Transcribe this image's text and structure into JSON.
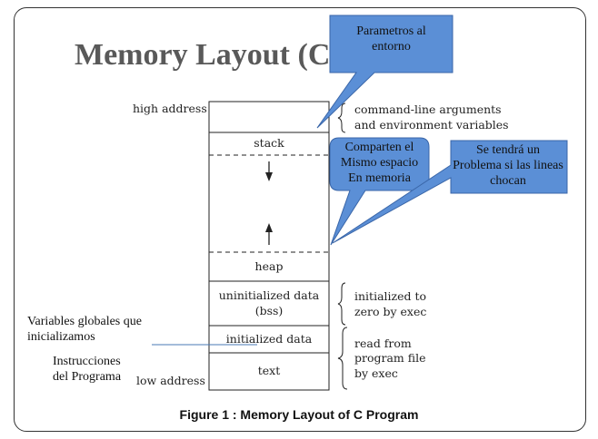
{
  "title": "Memory Layout (C",
  "caption": "Figure 1 : Memory Layout of C Program",
  "address_labels": {
    "high": "high address",
    "low": "low address"
  },
  "segments": {
    "stack": "stack",
    "heap": "heap",
    "bss": "uninitialized data\n(bss)",
    "data": "initialized data",
    "text": "text"
  },
  "side_labels": {
    "args": "command-line arguments\nand environment variables",
    "bss": "initialized to\nzero by exec",
    "read": "read from\nprogram file\nby exec"
  },
  "callouts": {
    "entorno": "Parametros al\nentorno",
    "comparten": "Comparten el\nMismo espacio\nEn memoria",
    "problema": "Se tendrá un\nProblema si las lineas\nchocan"
  },
  "notes": {
    "globales": "Variables globales que\ninicializamos",
    "instrucciones": "Instrucciones\ndel Programa"
  },
  "colors": {
    "callout_fill": "#5b8fd6",
    "callout_stroke": "#3a66a8",
    "line": "#222222",
    "title": "#595959",
    "pointer_line": "#4a7ab5"
  }
}
